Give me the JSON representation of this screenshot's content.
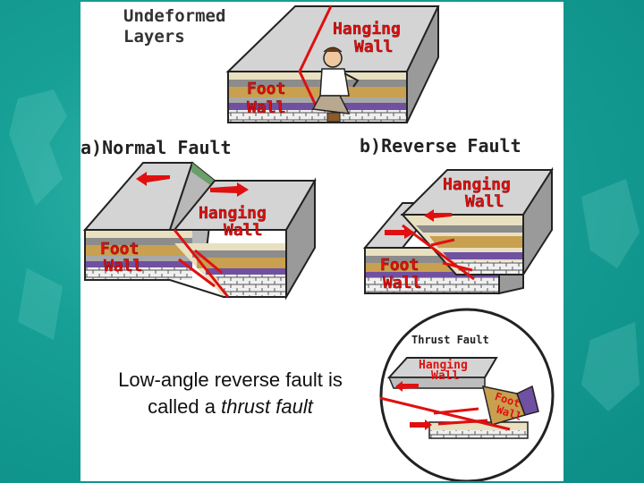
{
  "slide": {
    "panel_titles": {
      "undeformed": [
        "Undeformed",
        "Layers"
      ],
      "normal": "a)Normal Fault",
      "reverse": "b)Reverse Fault",
      "thrust": "Thrust Fault"
    },
    "block_labels": {
      "hanging_wall": [
        "Hanging",
        "Wall"
      ],
      "foot_wall": [
        "Foot",
        "Wall"
      ]
    },
    "caption": {
      "line1": "Low-angle reverse fault is",
      "line2_prefix": "called a ",
      "line2_emph": "thrust fault"
    }
  },
  "colors": {
    "background": "#0f9a93",
    "label_red": "#e01010",
    "arrow_red": "#e01010",
    "block_top": "#d4d4d4",
    "layer_tan": "#c8a050",
    "layer_gray": "#8c8c8c",
    "layer_purple": "#7050a0",
    "layer_cream": "#e8e0c0"
  }
}
